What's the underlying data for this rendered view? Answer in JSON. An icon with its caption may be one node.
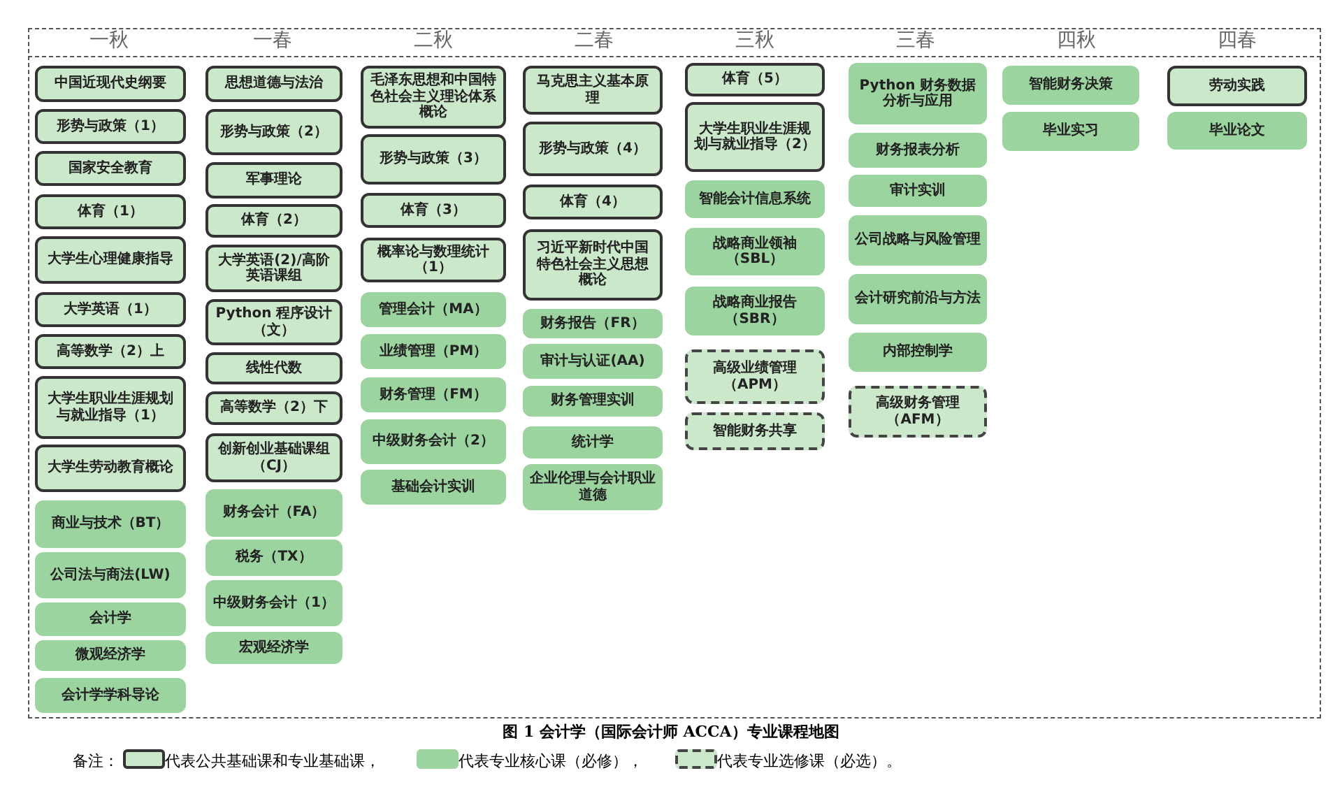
{
  "diagram": {
    "caption": "图 1 会计学（国际会计师 ACCA）专业课程地图",
    "nodes": [
      {
        "text": [
          "中国近现代史纲要"
        ]
      },
      {
        "text": [
          "形势与政策（1）"
        ]
      },
      {
        "text": [
          "国家安全教育"
        ]
      },
      {
        "text": [
          "体育（1）"
        ]
      },
      {
        "text": [
          "大学生心理健康指导"
        ]
      },
      {
        "text": [
          "大学英语（1）"
        ]
      },
      {
        "text": [
          "高等数学（2）上"
        ]
      },
      {
        "text": [
          "大学生职业生涯规划与就业指导（1）"
        ]
      },
      {
        "text": [
          "大学生劳动教育概论"
        ]
      },
      {
        "text": [
          "商业与技术（BT）"
        ]
      },
      {
        "text": [
          "公司法与商法(LW)"
        ]
      },
      {
        "text": [
          "会计学"
        ]
      },
      {
        "text": [
          "微观经济学"
        ]
      },
      {
        "text": [
          "会计学学科导论"
        ]
      },
      {
        "text": [
          "思想道德与法治"
        ]
      },
      {
        "text": [
          "形势与政策（2）"
        ]
      },
      {
        "text": [
          "军事理论"
        ]
      },
      {
        "text": [
          "体育（2）"
        ]
      },
      {
        "text": [
          "大学英语(2)/高阶英语课组"
        ]
      },
      {
        "text": [
          "Python 程序设计（文）"
        ]
      },
      {
        "text": [
          "线性代数"
        ]
      },
      {
        "text": [
          "高等数学（2）下"
        ]
      },
      {
        "text": [
          "创新创业基础课组（CJ）"
        ]
      },
      {
        "text": [
          "财务会计（FA）"
        ]
      },
      {
        "text": [
          "税务（TX）"
        ]
      },
      {
        "text": [
          "中级财务会计（1）"
        ]
      },
      {
        "text": [
          "宏观经济学"
        ]
      },
      {
        "text": [
          "毛泽东思想和中国特色社会主义理论体系概论"
        ]
      },
      {
        "text": [
          "形势与政策（3）"
        ]
      },
      {
        "text": [
          "体育（3）"
        ]
      },
      {
        "text": [
          "概率论与数理统计（1）"
        ]
      },
      {
        "text": [
          "管理会计（MA）"
        ]
      },
      {
        "text": [
          "业绩管理（PM）"
        ]
      },
      {
        "text": [
          "财务管理（FM）"
        ]
      },
      {
        "text": [
          "中级财务会计（2）"
        ]
      },
      {
        "text": [
          "基础会计实训"
        ]
      },
      {
        "text": [
          "马克思主义基本原理"
        ]
      },
      {
        "text": [
          "形势与政策（4）"
        ]
      },
      {
        "text": [
          "体育（4）"
        ]
      },
      {
        "text": [
          "习近平新时代中国特色社会主义思想概论"
        ]
      },
      {
        "text": [
          "财务报告（FR）"
        ]
      },
      {
        "text": [
          "审计与认证(AA)"
        ]
      },
      {
        "text": [
          "财务管理实训"
        ]
      },
      {
        "text": [
          "统计学"
        ]
      },
      {
        "text": [
          "企业伦理与会计职业道德"
        ]
      },
      {
        "text": [
          "体育（5）"
        ]
      },
      {
        "text": [
          "大学生职业生涯规划与就业指导（2）"
        ]
      },
      {
        "text": [
          "智能会计信息系统"
        ]
      },
      {
        "text": [
          "战略商业领袖（SBL）"
        ]
      },
      {
        "text": [
          "战略商业报告（SBR）"
        ]
      },
      {
        "text": [
          "高级业绩管理（APM）"
        ]
      },
      {
        "text": [
          "智能财务共享"
        ]
      },
      {
        "text": [
          "Python 财务数据分析与应用"
        ]
      },
      {
        "text": [
          "财务报表分析"
        ]
      },
      {
        "text": [
          "审计实训"
        ]
      },
      {
        "text": [
          "公司战略与风险管理"
        ]
      },
      {
        "text": [
          "会计研究前沿与方法"
        ]
      },
      {
        "text": [
          "内部控制学"
        ]
      },
      {
        "text": [
          "高级财务管理（AFM）"
        ]
      },
      {
        "text": [
          "智能财务决策"
        ]
      },
      {
        "text": [
          "毕业实习"
        ]
      },
      {
        "text": [
          "劳动实践"
        ]
      },
      {
        "text": [
          "毕业论文"
        ]
      }
    ],
    "labels": [
      "一秋",
      "一春",
      "二秋",
      "二春",
      "三秋",
      "三春",
      "四秋",
      "四春",
      "备注："
    ],
    "legend": [
      {
        "text": "代表公共基础课和专业基础课，",
        "color": "#cce8cb"
      },
      {
        "text": "代表专业核心课（必修），",
        "color": "#9bd49f"
      },
      {
        "text": "代表专业选修课（必选）。"
      }
    ]
  }
}
